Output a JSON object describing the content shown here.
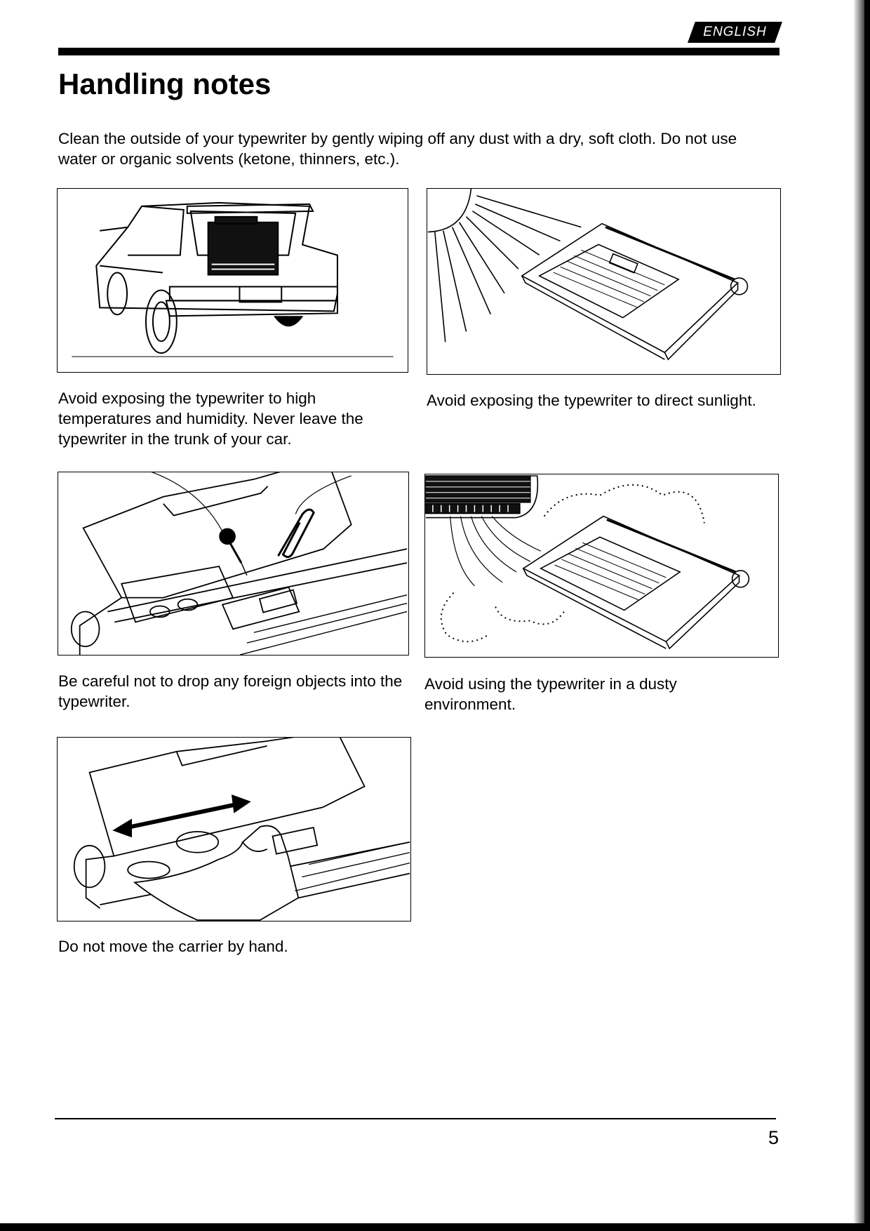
{
  "header": {
    "language_tab": "ENGLISH"
  },
  "title": "Handling notes",
  "intro": "Clean the outside of your typewriter by gently wiping off any dust with a dry, soft cloth. Do not use water or organic solvents (ketone, thinners, etc.).",
  "notes": [
    {
      "caption": "Avoid exposing the typewriter to high temperatures and humidity. Never leave the typewriter in the trunk of your car.",
      "icon": "car-trunk-illustration"
    },
    {
      "caption": "Avoid exposing the typewriter to direct sunlight.",
      "icon": "sunlight-illustration"
    },
    {
      "caption": "Be careful not to drop any foreign objects into the typewriter.",
      "icon": "foreign-objects-illustration"
    },
    {
      "caption": "Avoid using the typewriter in a dusty environment.",
      "icon": "dust-illustration"
    },
    {
      "caption": "Do not move the carrier by hand.",
      "icon": "carrier-hand-illustration"
    }
  ],
  "footer": {
    "page_number": "5"
  }
}
